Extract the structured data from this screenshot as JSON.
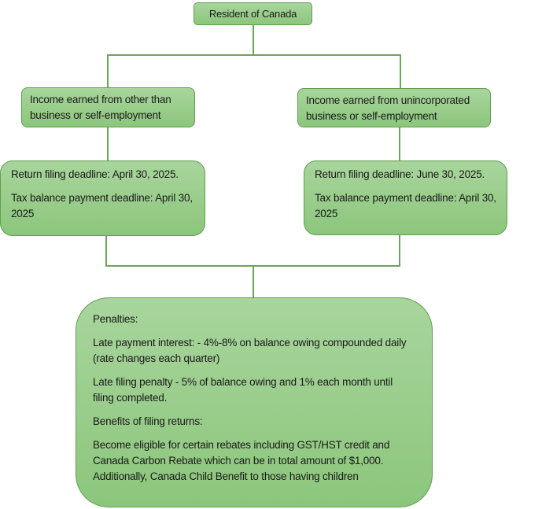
{
  "diagram": {
    "root": {
      "label": "Resident of Canada"
    },
    "branches": [
      {
        "category": "Income earned from other than business or self-employment",
        "deadlines": [
          "Return filing deadline: April 30, 2025.",
          "Tax balance payment deadline: April 30, 2025"
        ]
      },
      {
        "category": "Income earned from unincorporated business or self-employment",
        "deadlines": [
          "Return filing deadline: June 30, 2025.",
          "Tax balance payment deadline: April 30, 2025"
        ]
      }
    ],
    "summary": {
      "penalties_heading": "Penalties:",
      "late_payment": "Late payment interest: - 4%-8% on balance owing compounded daily (rate changes each quarter)",
      "late_filing": "Late filing penalty - 5% of balance owing and 1% each month until filing completed.",
      "benefits_heading": "Benefits of filing returns:",
      "benefits_text": "Become eligible for certain rebates including GST/HST credit and Canada Carbon Rebate which can be in total amount of $1,000. Additionally, Canada Child Benefit to those having children"
    },
    "colors": {
      "box_fill_top": "#a8d59c",
      "box_fill_bottom": "#8cc67c",
      "box_border": "#5f9e4f",
      "connector": "#6aa65a"
    }
  }
}
